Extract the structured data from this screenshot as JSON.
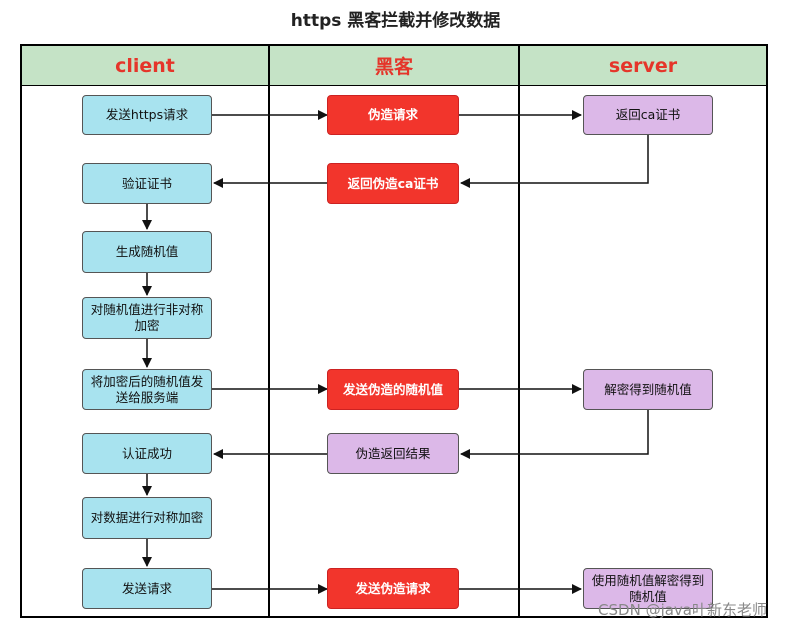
{
  "title": "https 黑客拦截并修改数据",
  "lanes": [
    "client",
    "黑客",
    "server"
  ],
  "client": {
    "n1": "发送https请求",
    "n2": "验证证书",
    "n3": "生成随机值",
    "n4": "对随机值进行非对称加密",
    "n5": "将加密后的随机值发送给服务端",
    "n6": "认证成功",
    "n7": "对数据进行对称加密",
    "n8": "发送请求"
  },
  "hacker": {
    "h1": "伪造请求",
    "h2": "返回伪造ca证书",
    "h3": "发送伪造的随机值",
    "h4": "伪造返回结果",
    "h5": "发送伪造请求"
  },
  "server": {
    "s1": "返回ca证书",
    "s2": "解密得到随机值",
    "s3": "使用随机值解密得到随机值"
  },
  "watermark": "CSDN @java叶新东老师",
  "colors": {
    "client": "#a8e3ef",
    "hacker": "#f2352c",
    "server": "#dcb8e8",
    "header": "#c5e3c6"
  }
}
